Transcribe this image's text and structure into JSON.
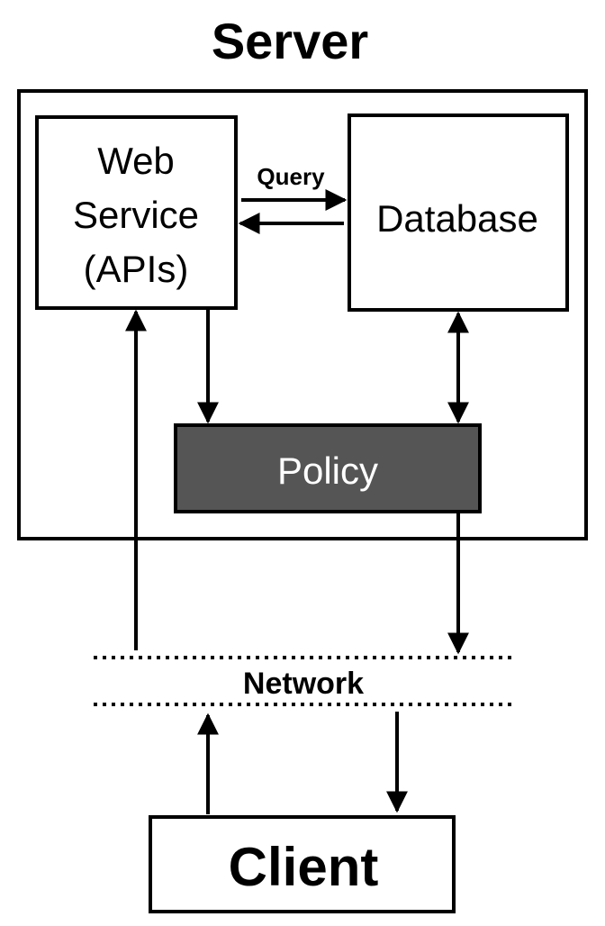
{
  "server": {
    "title": "Server"
  },
  "web_service": {
    "line1": "Web",
    "line2": "Service",
    "line3": "(APIs)"
  },
  "database": {
    "label": "Database"
  },
  "query": {
    "label": "Query"
  },
  "policy": {
    "label": "Policy",
    "fill_color": "#555555",
    "text_color": "#ffffff"
  },
  "network": {
    "label": "Network"
  },
  "client": {
    "label": "Client"
  }
}
